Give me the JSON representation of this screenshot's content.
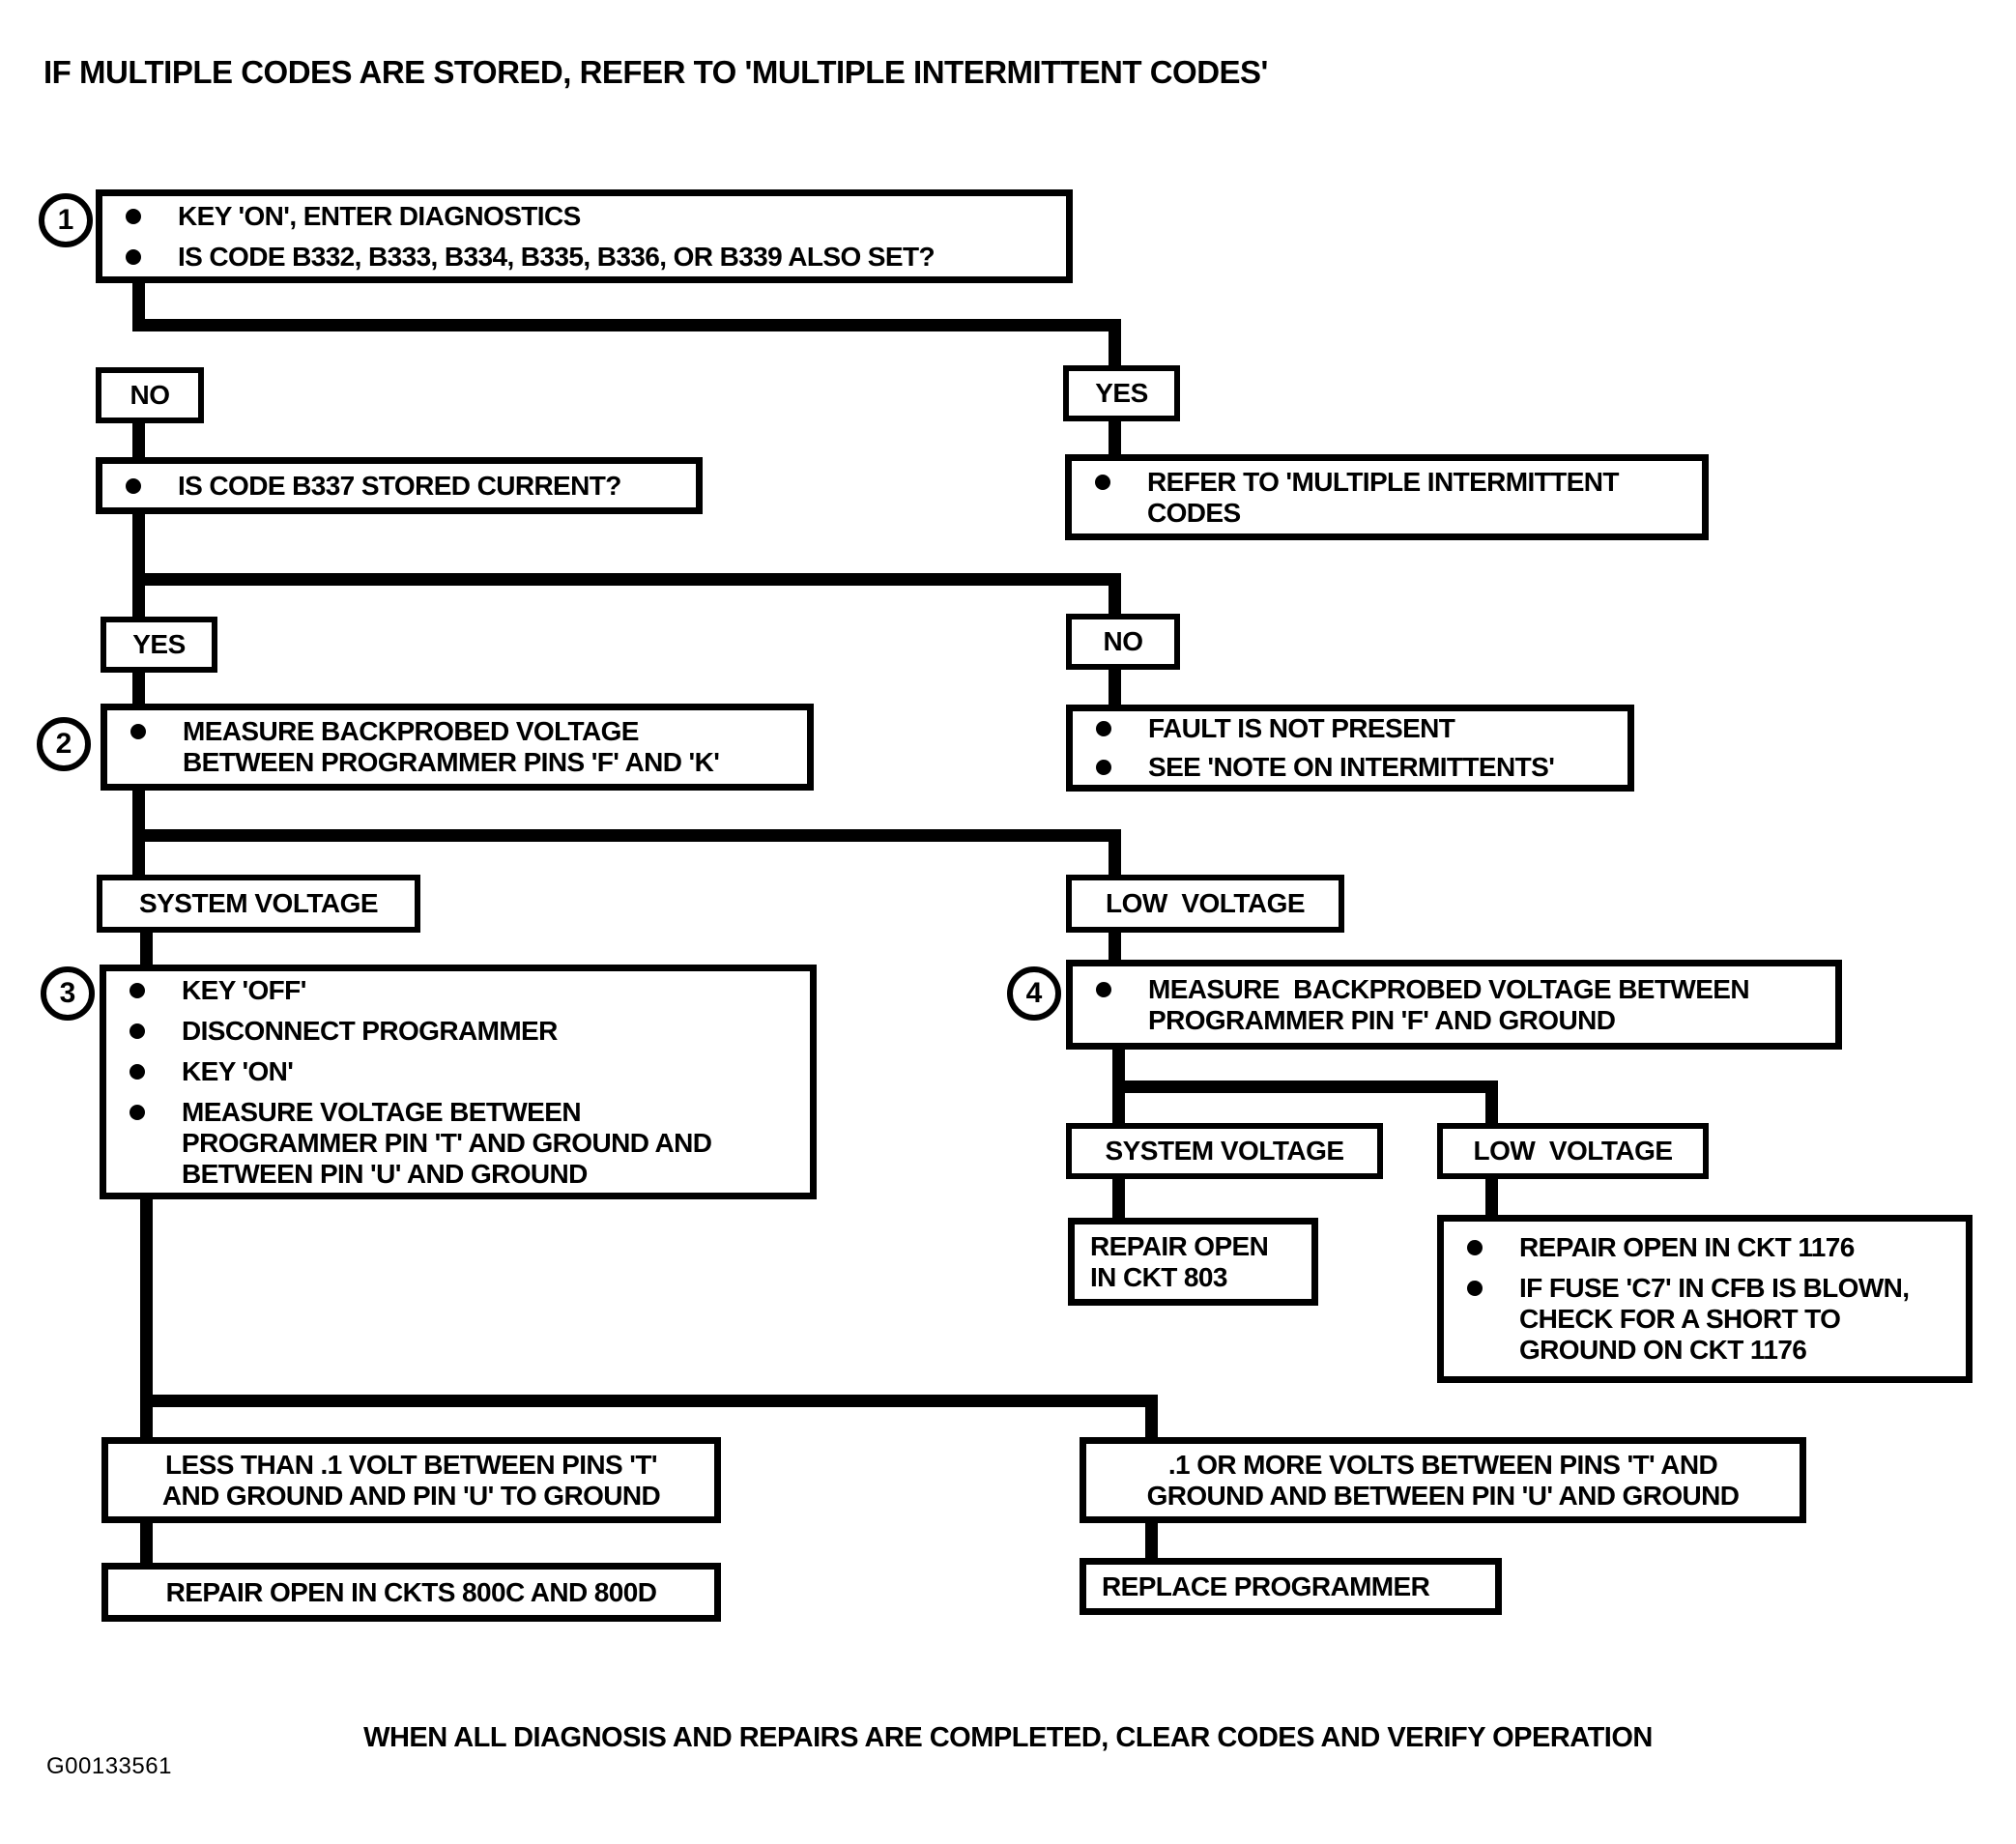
{
  "title": "IF MULTIPLE CODES ARE STORED, REFER TO 'MULTIPLE INTERMITTENT CODES'",
  "steps": {
    "s1": "1",
    "s2": "2",
    "s3": "3",
    "s4": "4"
  },
  "labels": {
    "no_1": "NO",
    "yes_1": "YES",
    "yes_2": "YES",
    "no_2": "NO",
    "system_voltage_1": "SYSTEM VOLTAGE",
    "low_voltage_1": "LOW  VOLTAGE",
    "system_voltage_2": "SYSTEM VOLTAGE",
    "low_voltage_2": "LOW  VOLTAGE"
  },
  "boxes": {
    "step1": {
      "bullets": [
        {
          "lines": [
            "KEY 'ON', ENTER DIAGNOSTICS"
          ]
        },
        {
          "lines": [
            "IS CODE B332, B333, B334, B335, B336, OR B339 ALSO SET?"
          ]
        }
      ]
    },
    "is_b337": {
      "bullets": [
        {
          "lines": [
            "IS CODE B337 STORED CURRENT?"
          ]
        }
      ]
    },
    "refer_multiple": {
      "bullets": [
        {
          "lines": [
            "REFER TO 'MULTIPLE INTERMITTENT",
            "CODES"
          ]
        }
      ]
    },
    "step2": {
      "bullets": [
        {
          "lines": [
            "MEASURE BACKPROBED VOLTAGE",
            "BETWEEN PROGRAMMER PINS 'F' AND 'K'"
          ]
        }
      ]
    },
    "fault_not_present": {
      "bullets": [
        {
          "lines": [
            "FAULT IS NOT PRESENT"
          ]
        },
        {
          "lines": [
            "SEE 'NOTE ON INTERMITTENTS'"
          ]
        }
      ]
    },
    "step3": {
      "bullets": [
        {
          "lines": [
            "KEY 'OFF'"
          ]
        },
        {
          "lines": [
            "DISCONNECT PROGRAMMER"
          ]
        },
        {
          "lines": [
            "KEY 'ON'"
          ]
        },
        {
          "lines": [
            "MEASURE VOLTAGE BETWEEN",
            "PROGRAMMER PIN 'T' AND GROUND AND",
            "BETWEEN PIN 'U' AND GROUND"
          ]
        }
      ]
    },
    "step4": {
      "bullets": [
        {
          "lines": [
            "MEASURE  BACKPROBED VOLTAGE BETWEEN",
            "PROGRAMMER PIN 'F' AND GROUND"
          ]
        }
      ]
    },
    "repair_ckt_803": {
      "lines": [
        "REPAIR OPEN",
        "IN CKT 803"
      ]
    },
    "repair_ckt_1176": {
      "bullets": [
        {
          "lines": [
            "REPAIR OPEN IN CKT 1176"
          ]
        },
        {
          "lines": [
            "IF FUSE 'C7' IN CFB IS BLOWN,",
            "CHECK FOR A SHORT TO",
            "GROUND ON CKT 1176"
          ]
        }
      ]
    },
    "less_than_point1": {
      "lines": [
        "LESS THAN .1 VOLT BETWEEN PINS 'T'",
        "AND GROUND AND PIN 'U' TO GROUND"
      ]
    },
    "repair_ckts_800c_800d": {
      "lines": [
        "REPAIR OPEN IN CKTS 800C AND 800D"
      ]
    },
    "point1_or_more": {
      "lines": [
        ".1 OR MORE VOLTS BETWEEN PINS 'T' AND",
        "GROUND AND BETWEEN PIN 'U' AND GROUND"
      ]
    },
    "replace_programmer": {
      "lines": [
        "REPLACE PROGRAMMER"
      ]
    }
  },
  "footer": {
    "note": "WHEN ALL DIAGNOSIS AND REPAIRS ARE COMPLETED, CLEAR CODES AND VERIFY OPERATION",
    "figure_id": "G00133561"
  }
}
